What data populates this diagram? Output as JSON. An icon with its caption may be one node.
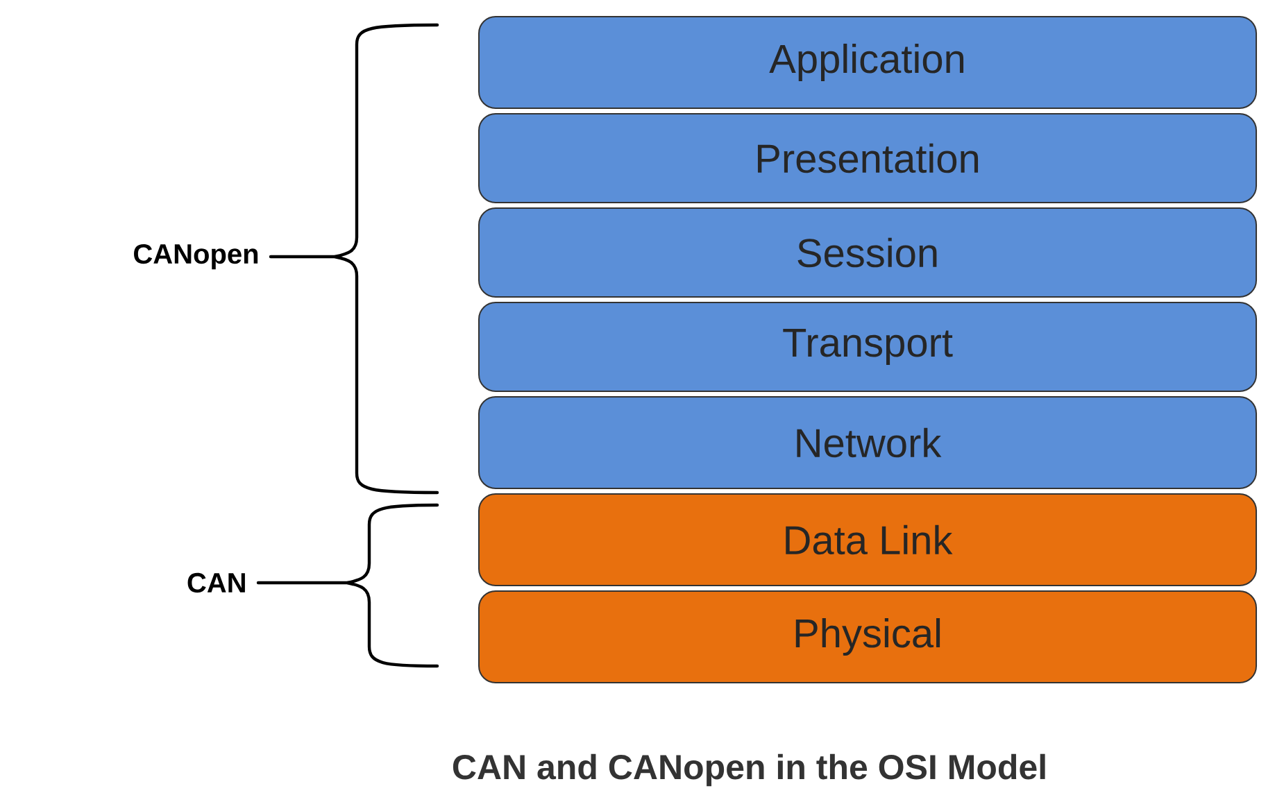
{
  "diagram": {
    "caption": "CAN and CANopen in the OSI Model",
    "nodes": [
      {
        "text": [
          "Application"
        ]
      },
      {
        "text": [
          "Presentation"
        ]
      },
      {
        "text": [
          "Session"
        ]
      },
      {
        "text": [
          "Transport"
        ]
      },
      {
        "text": [
          "Network"
        ]
      },
      {
        "text": [
          "Data Link"
        ]
      },
      {
        "text": [
          "Physical"
        ]
      }
    ],
    "labels": [
      "CANopen",
      "CAN"
    ]
  }
}
